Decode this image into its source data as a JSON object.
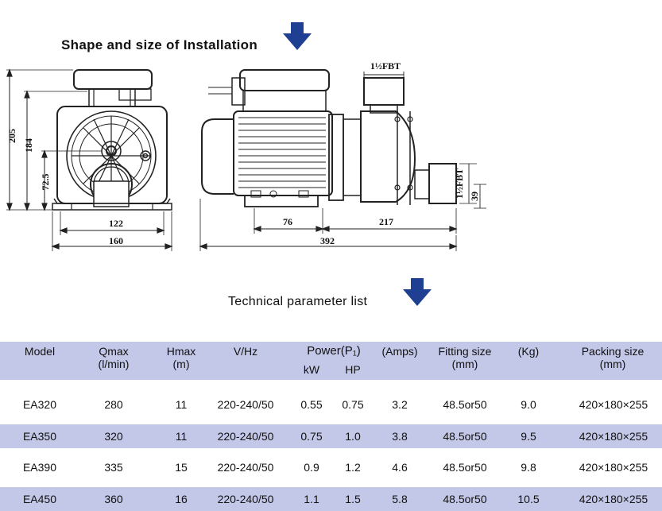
{
  "titles": {
    "installation": "Shape and size of Installation",
    "parameters": "Technical parameter list"
  },
  "drawing": {
    "front_view": {
      "dim_total_height": "205",
      "dim_axis_height": "184",
      "dim_outlet_height": "72.5",
      "dim_foot_inner": "122",
      "dim_foot_outer": "160"
    },
    "side_view": {
      "dim_top_fitting": "1½FBT",
      "dim_side_fitting": "1½FBT",
      "dim_fitting_height": "39",
      "dim_base_left": "76",
      "dim_base_right": "217",
      "dim_total_length": "392"
    }
  },
  "table": {
    "headers": {
      "model": "Model",
      "qmax": "Qmax",
      "qmax_unit": "(l/min)",
      "hmax": "Hmax",
      "hmax_unit": "(m)",
      "vhz": "V/Hz",
      "power": "Power(P₁)",
      "kw": "kW",
      "hp": "HP",
      "amps": "(Amps)",
      "fitting": "Fitting size",
      "fitting_unit": "(mm)",
      "kg": "(Kg)",
      "packing": "Packing size",
      "packing_unit": "(mm)"
    },
    "rows": [
      {
        "model": "EA320",
        "qmax": "280",
        "hmax": "11",
        "vhz": "220-240/50",
        "kw": "0.55",
        "hp": "0.75",
        "amps": "3.2",
        "fitting": "48.5or50",
        "kg": "9.0",
        "packing": "420×180×255"
      },
      {
        "model": "EA350",
        "qmax": "320",
        "hmax": "11",
        "vhz": "220-240/50",
        "kw": "0.75",
        "hp": "1.0",
        "amps": "3.8",
        "fitting": "48.5or50",
        "kg": "9.5",
        "packing": "420×180×255"
      },
      {
        "model": "EA390",
        "qmax": "335",
        "hmax": "15",
        "vhz": "220-240/50",
        "kw": "0.9",
        "hp": "1.2",
        "amps": "4.6",
        "fitting": "48.5or50",
        "kg": "9.8",
        "packing": "420×180×255"
      },
      {
        "model": "EA450",
        "qmax": "360",
        "hmax": "16",
        "vhz": "220-240/50",
        "kw": "1.1",
        "hp": "1.5",
        "amps": "5.8",
        "fitting": "48.5or50",
        "kg": "10.5",
        "packing": "420×180×255"
      }
    ]
  },
  "colors": {
    "arrow": "#1f3f93",
    "table_band": "#c4c8e8"
  }
}
